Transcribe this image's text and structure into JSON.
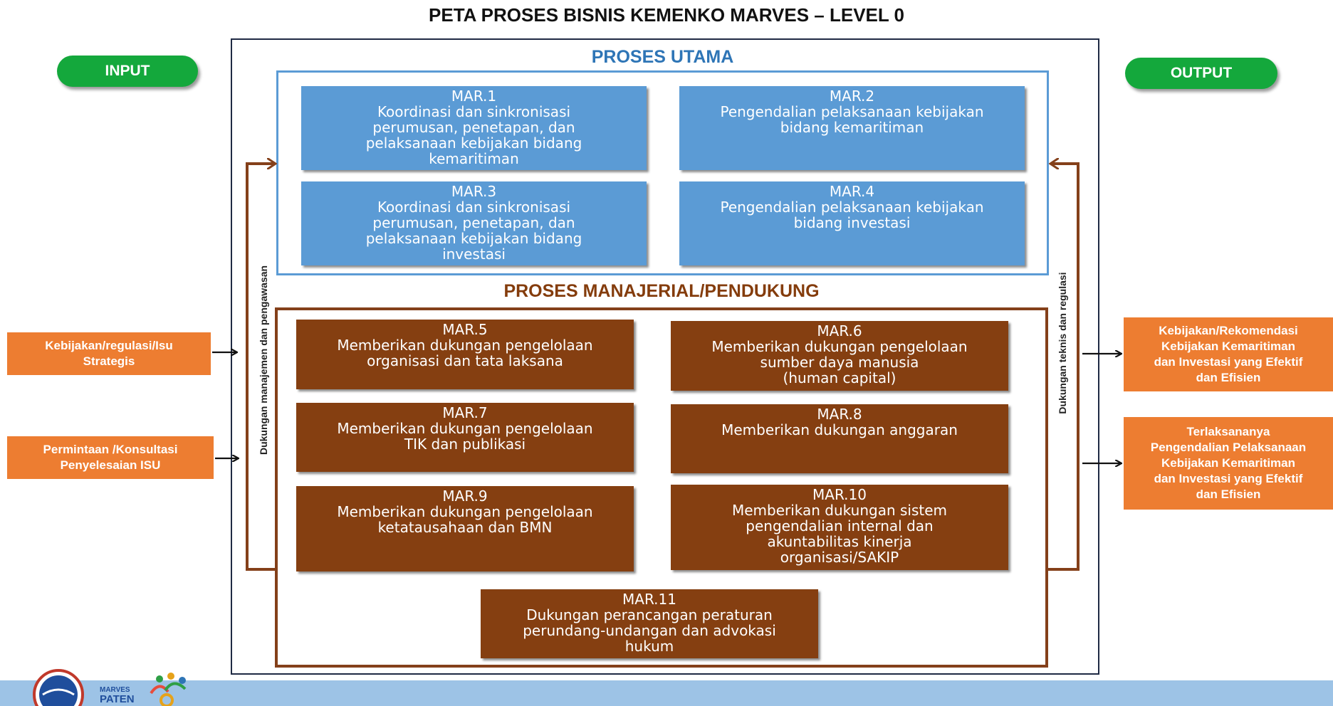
{
  "title": "PETA PROSES BISNIS KEMENKO MARVES – LEVEL 0",
  "input_label": "INPUT",
  "output_label": "OUTPUT",
  "proses_utama": {
    "title": "PROSES UTAMA",
    "items": [
      {
        "code": "MAR.1",
        "desc": "Koordinasi dan sinkronisasi\nperumusan, penetapan, dan\npelaksanaan kebijakan bidang\nkemaritiman"
      },
      {
        "code": "MAR.2",
        "desc": "Pengendalian pelaksanaan kebijakan\nbidang kemaritiman"
      },
      {
        "code": "MAR.3",
        "desc": "Koordinasi dan sinkronisasi\nperumusan, penetapan, dan\npelaksanaan kebijakan bidang\ninvestasi"
      },
      {
        "code": "MAR.4",
        "desc": "Pengendalian pelaksanaan kebijakan\nbidang investasi"
      }
    ]
  },
  "proses_pendukung": {
    "title": "PROSES MANAJERIAL/PENDUKUNG",
    "items": [
      {
        "code": "MAR.5",
        "desc": "Memberikan dukungan pengelolaan\norganisasi dan tata laksana"
      },
      {
        "code": "MAR.6",
        "desc": "Memberikan dukungan pengelolaan\nsumber daya manusia\n(human capital)"
      },
      {
        "code": "MAR.7",
        "desc": "Memberikan dukungan pengelolaan\nTIK dan publikasi"
      },
      {
        "code": "MAR.8",
        "desc": "Memberikan dukungan anggaran"
      },
      {
        "code": "MAR.9",
        "desc": "Memberikan dukungan pengelolaan\nketatausahaan dan BMN"
      },
      {
        "code": "MAR.10",
        "desc": "Memberikan dukungan sistem\npengendalian internal dan\nakuntabilitas kinerja\norganisasi/SAKIP"
      },
      {
        "code": "MAR.11",
        "desc": "Dukungan perancangan peraturan\nperundang-undangan dan advokasi\nhukum"
      }
    ]
  },
  "inputs": [
    "Kebijakan/regulasi/Isu\nStrategis",
    "Permintaan /Konsultasi\nPenyelesaian ISU"
  ],
  "outputs": [
    "Kebijakan/Rekomendasi\nKebijakan Kemaritiman\ndan Investasi yang Efektif\ndan Efisien",
    "Terlaksananya\nPengendalian Pelaksanaan\nKebijakan Kemaritiman\ndan Investasi yang Efektif\ndan Efisien"
  ],
  "left_loop_label": "Dukungan manajemen dan  pengawasan",
  "right_loop_label": "Dukungan teknis dan regulasi",
  "footer": {
    "logo_text_1": "MARVES",
    "logo_text_2": "PATEN"
  },
  "colors": {
    "utama": "#5b9bd5",
    "pendukung": "#853f11",
    "input_output": "#ed7d31",
    "pill": "#14a83c",
    "arrow_loop": "#84401a",
    "footer": "#9dc3e6"
  }
}
